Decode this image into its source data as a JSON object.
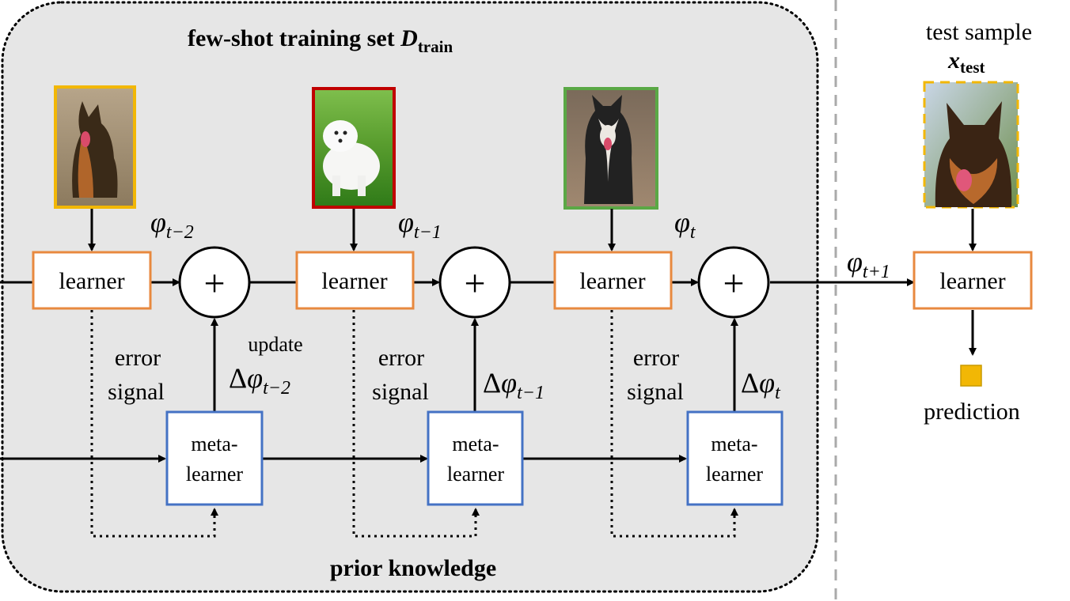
{
  "title": {
    "text": "few-shot training set ",
    "symbol": "D",
    "sub": "train"
  },
  "footer": "prior knowledge",
  "test": {
    "label": "test sample",
    "symbol": "x",
    "sub": "test"
  },
  "learner_label": "learner",
  "meta_label_1": "meta-",
  "meta_label_2": "learner",
  "error_1": "error",
  "error_2": "signal",
  "update_label": "update",
  "plus": "+",
  "phi": "φ",
  "delta": "Δ",
  "params": [
    "t−2",
    "t−1",
    "t"
  ],
  "param_out": "t+1",
  "prediction": "prediction",
  "colors": {
    "panel_fill": "#e6e6e6",
    "learner_border": "#e8893f",
    "meta_border": "#4472c4",
    "img1_border": "#f2b705",
    "img2_border": "#c00000",
    "img3_border": "#5aa845",
    "test_border": "#f2b705",
    "prediction_fill": "#f2b705",
    "dashed_divider": "#aaaaaa"
  },
  "icons": {
    "image1": "german-shepherd-photo-icon",
    "image2": "white-samoyed-photo-icon",
    "image3": "husky-photo-icon",
    "test_image": "german-shepherd-head-photo-icon"
  }
}
